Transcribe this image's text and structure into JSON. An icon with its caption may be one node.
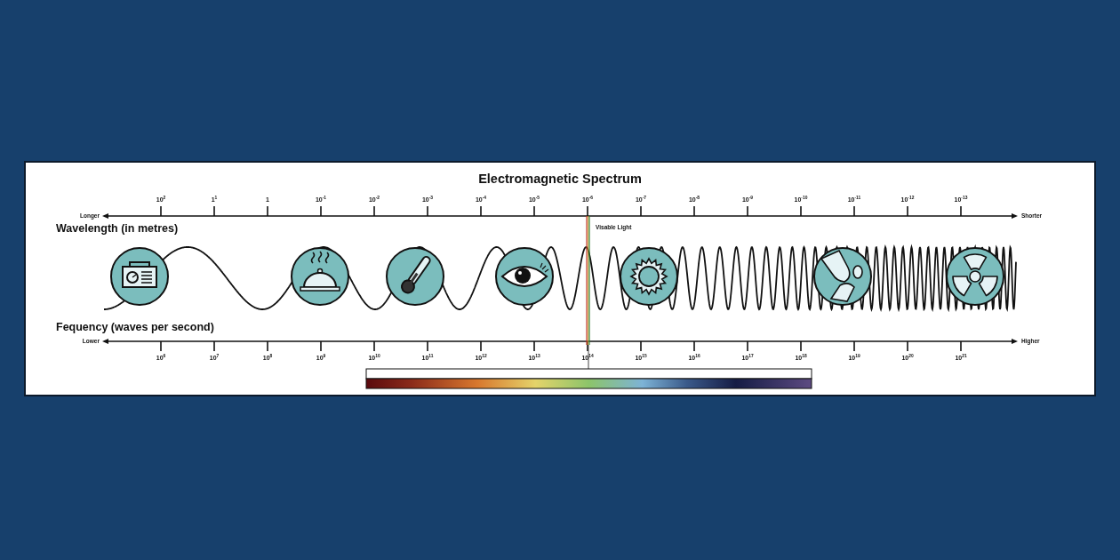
{
  "diagram": {
    "title": "Electromagnetic Spectrum",
    "labels": [
      "10$^{2}$",
      "1$^{1}$",
      "1",
      "10$^{-1}$",
      "10$^{-2}$",
      "10$^{-3}$",
      "10$^{-4}$",
      "10$^{-5}$",
      "10$^{-6}$",
      "10$^{-7}$",
      "10$^{-8}$",
      "10$^{-9}$",
      "10$^{-10}$",
      "10$^{-11}$",
      "10$^{-12}$",
      "10$^{-13}$",
      "Longer",
      "Shorter",
      "Wavelength (in metres)",
      "Visable Light",
      "Fequency (waves per second)",
      "Lower",
      "Higher",
      "10$^{6}$",
      "10$^{7}$",
      "10$^{8}$",
      "10$^{9}$",
      "10$^{10}$",
      "10$^{11}$",
      "10$^{12}$",
      "10$^{13}$",
      "10$^{14}$",
      "10$^{15}$",
      "10$^{16}$",
      "10$^{17}$",
      "10$^{18}$",
      "10$^{19}$",
      "10$^{20}$",
      "10$^{21}$"
    ]
  }
}
